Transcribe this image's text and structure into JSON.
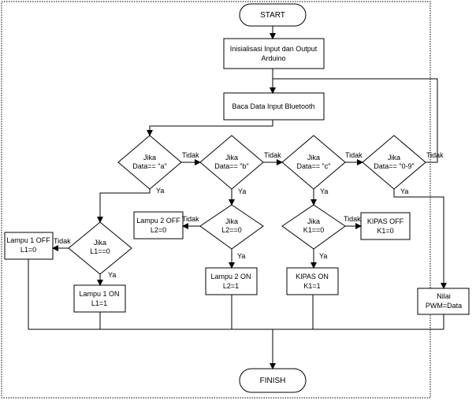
{
  "start": "START",
  "finish": "FINISH",
  "init": [
    "Inisialisasi Input dan Output",
    "Arduino"
  ],
  "read": "Baca Data Input Bluetooth",
  "decisions": {
    "a": [
      "Jika",
      "Data== \"a\""
    ],
    "b": [
      "Jika",
      "Data== \"b\""
    ],
    "c": [
      "Jika",
      "Data== \"c\""
    ],
    "d": [
      "Jika",
      "Data== \"0-9\""
    ],
    "l1": [
      "Jika",
      "L1==0"
    ],
    "l2": [
      "Jika",
      "L2==0"
    ],
    "k1": [
      "Jika",
      "K1==0"
    ]
  },
  "processes": {
    "lampu1_off": [
      "Lampu 1 OFF",
      "L1=0"
    ],
    "lampu1_on": [
      "Lampu 1 ON",
      "L1=1"
    ],
    "lampu2_off": [
      "Lampu 2 OFF",
      "L2=0"
    ],
    "lampu2_on": [
      "Lampu 2 ON",
      "L2=1"
    ],
    "kipas_off": [
      "KIPAS OFF",
      "K1=0"
    ],
    "kipas_on": [
      "KIPAS ON",
      "K1=1"
    ],
    "pwm": [
      "Nilai",
      "PWM=Data"
    ]
  },
  "labels": {
    "yes": "Ya",
    "no": "Tidak"
  }
}
